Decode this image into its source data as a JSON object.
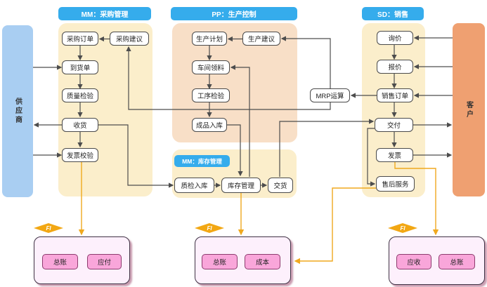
{
  "colors": {
    "header_blue": "#35acec",
    "panel_cream": "#fbeecb",
    "panel_peach": "#f8dfc7",
    "supplier_blue": "#a9cef2",
    "customer_orange": "#efa071",
    "line_dark": "#4d4d4d",
    "line_yellow": "#f0a91f",
    "fi_orange": "#f2a713",
    "pink_container": "#fdf0fc",
    "pink_box": "#f9a6da"
  },
  "headers": {
    "purchasing": "MM：采购管理",
    "production": "PP：生产控制",
    "sales": "SD：销售",
    "inventory": "MM：库存管理"
  },
  "actors": {
    "supplier": "供应商",
    "customer": "客户"
  },
  "nodes": {
    "purchase_order": "采购订单",
    "purchase_proposal": "采购建议",
    "arrival_note": "到货单",
    "quality_inspection": "质量检验",
    "goods_receipt": "收货",
    "invoice_verification": "发票校验",
    "production_plan": "生产计划",
    "production_proposal": "生产建议",
    "workshop_picking": "车间领料",
    "process_inspection": "工序检验",
    "finished_goods_in": "成品入库",
    "mrp": "MRP运算",
    "inquiry": "询价",
    "quotation": "报价",
    "sales_order": "销售订单",
    "delivery": "交付",
    "invoice": "发票",
    "after_sales": "售后服务",
    "qc_putaway": "质检入库",
    "inventory_mgmt": "库存管理",
    "goods_issue": "交货"
  },
  "fi": {
    "badge": "FI",
    "left": {
      "a": "总账",
      "b": "应付"
    },
    "middle": {
      "a": "总账",
      "b": "成本"
    },
    "right": {
      "a": "应收",
      "b": "总账"
    }
  }
}
